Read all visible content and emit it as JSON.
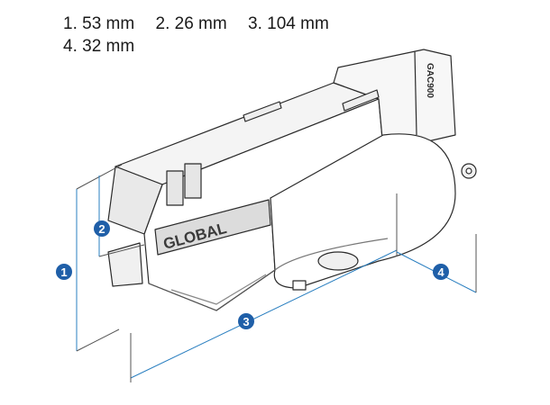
{
  "legend": {
    "items": [
      {
        "num": "1",
        "value": "53 mm"
      },
      {
        "num": "2",
        "value": "26 mm"
      },
      {
        "num": "3",
        "value": "104 mm"
      },
      {
        "num": "4",
        "value": "32 mm"
      }
    ]
  },
  "diagram": {
    "brand": "GLOBAL",
    "side_label": "GAC900",
    "callouts": [
      "1",
      "2",
      "3",
      "4"
    ],
    "callout_color": "#1f5fa8",
    "dimension_line_color": "#2a7fc0"
  }
}
